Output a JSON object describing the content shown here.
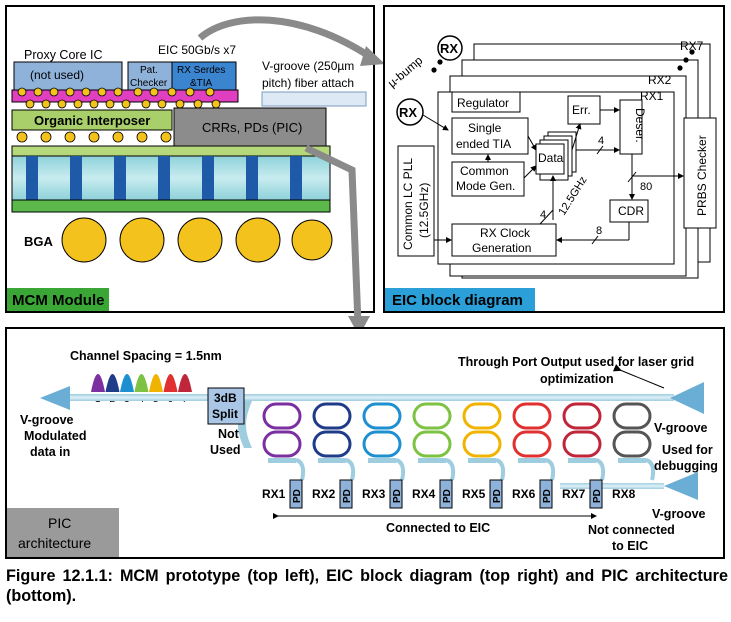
{
  "mcm": {
    "proxy_core": "Proxy Core IC",
    "not_used": "(not used)",
    "eic_label": "EIC  50Gb/s x7",
    "pat_checker_1": "Pat.",
    "pat_checker_2": "Checker",
    "rx_serdes_1": "RX Serdes",
    "rx_serdes_2": "&TIA",
    "vgroove_1": "V-groove  (250µm",
    "vgroove_2": "pitch) fiber attach",
    "organic_interposer": "Organic Interposer",
    "crrs": "CRRs, PDs (PIC)",
    "bga": "BGA",
    "title": "MCM Module"
  },
  "eic": {
    "ubump": "µ-bump",
    "rx_pad": "RX",
    "rx_pad2": "RX",
    "rx7": "RX7",
    "rx2": "RX2",
    "rx1": "RX1",
    "regulator": "Regulator",
    "tia_1": "Single",
    "tia_2": "ended TIA",
    "cm_1": "Common",
    "cm_2": "Mode Gen.",
    "err": "Err.",
    "deser": "Deser.",
    "data": "Data",
    "clk": "12.5GHz",
    "bus4a": "4",
    "bus4b": "4",
    "bus80": "80",
    "bus8": "8",
    "cdr": "CDR",
    "prbs": "PRBS Checker",
    "pll_1": "Common LC PLL",
    "pll_2": "(12.5GHz)",
    "rxclk_1": "RX Clock",
    "rxclk_2": "Generation",
    "title": "EIC block diagram"
  },
  "pic": {
    "channel_spacing": "Channel Spacing = 1.5nm",
    "ch_nums": [
      "1",
      "2",
      "3",
      "4",
      "5",
      "6",
      "7"
    ],
    "through_1": "Through Port Output used for laser grid",
    "through_2": "optimization",
    "split_1": "3dB",
    "split_2": "Split",
    "notused_1": "Not",
    "notused_2": "Used",
    "vin_1": "V-groove",
    "vin_2": "Modulated",
    "vin_3": "data in",
    "vgroove_r": "V-groove",
    "used_1": "Used for",
    "used_2": "debugging",
    "vgroove_r2": "V-groove",
    "rx_labels": [
      "RX1",
      "RX2",
      "RX3",
      "RX4",
      "RX5",
      "RX6",
      "RX7",
      "RX8"
    ],
    "pd": "PD",
    "connected": "Connected to EIC",
    "nc_1": "Not connected",
    "nc_2": "to EIC",
    "title_1": "PIC",
    "title_2": "architecture"
  },
  "colors": {
    "rings": [
      "#7b2fa0",
      "#1f3c88",
      "#1e90d0",
      "#7dc242",
      "#f0b400",
      "#e03030",
      "#c0263a",
      "#555555"
    ],
    "mcm_title_bg": "#3aa635",
    "eic_title_bg": "#2a9fd8",
    "pic_title_bg": "#9a9a9a"
  },
  "caption": "Figure 12.1.1: MCM prototype (top left), EIC block diagram (top right) and PIC architecture (bottom)."
}
